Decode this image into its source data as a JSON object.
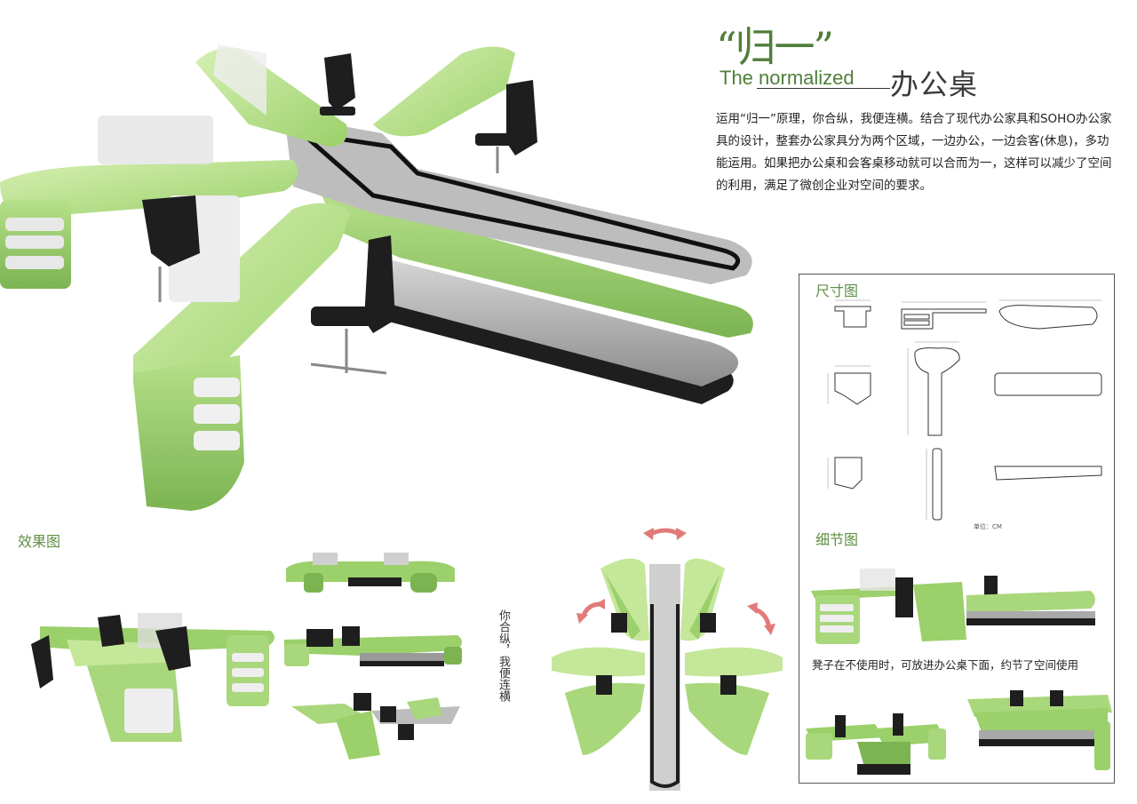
{
  "header": {
    "title_quote": "“归一”",
    "title_en": "The normalized",
    "title_cn": "办公桌"
  },
  "intro": {
    "text": "运用“归一”原理，你合纵，我便连横。结合了现代办公家具和SOHO办公家具的设计，整套办公家具分为两个区域，一边办公，一边会客(休息)，多功能运用。如果把办公桌和会客桌移动就可以合而为一，这样可以减少了空间的利用，满足了微创企业对空间的要求。"
  },
  "sections": {
    "effect_label": "效果图",
    "dimension_label": "尺寸图",
    "detail_label": "细节图",
    "vertical_text": "你合纵，我便连横",
    "detail_caption": "凳子在不使用时，可放进办公桌下面，约节了空间使用",
    "unit_label": "单位：CM"
  },
  "colors": {
    "accent_green": "#9bd06a",
    "light_green": "#c4e79a",
    "dark_green": "#6a9c44",
    "title_green": "#4f7f3a",
    "grey": "#a9a9a9",
    "dark": "#1e1e1e",
    "arrow_pink": "#e27a7a"
  }
}
